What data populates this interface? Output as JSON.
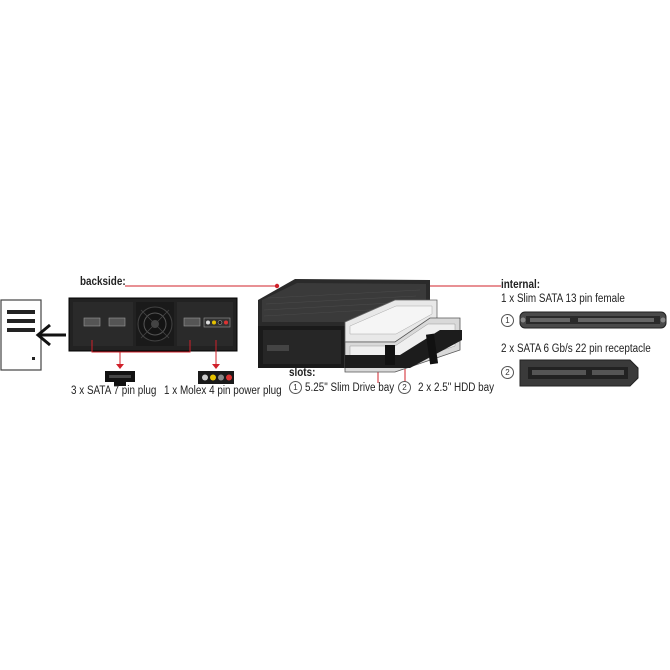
{
  "labels": {
    "backside": "backside:",
    "sata_plug": "3 x SATA 7 pin plug",
    "molex_plug": "1 x Molex 4 pin power plug",
    "slots": "slots:",
    "slot1": "5.25\" Slim Drive bay",
    "slot2": "2 x 2.5\" HDD bay",
    "internal": "internal:",
    "internal1": "1 x Slim SATA 13 pin female",
    "internal2": "2 x SATA 6 Gb/s 22 pin receptacle"
  },
  "markers": {
    "one": "1",
    "two": "2"
  },
  "colors": {
    "accent": "#d0202a",
    "device": "#1e1e1e",
    "connector": "#3a3a3a"
  },
  "icons": [
    "computer-case-icon",
    "arrow-left-icon",
    "sata-plug-icon",
    "molex-plug-icon"
  ]
}
